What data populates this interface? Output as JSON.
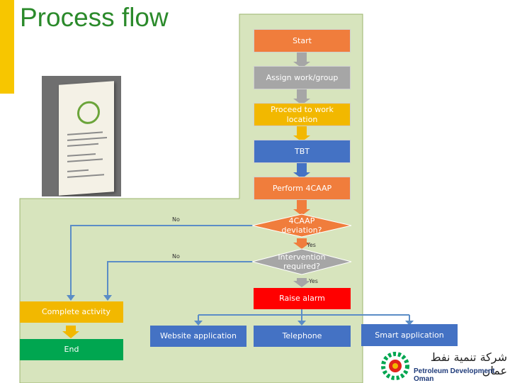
{
  "title": "Process flow",
  "colors": {
    "title_green": "#2b8a2b",
    "panel_green": "#d7e4bd",
    "start_orange": "#f07d3c",
    "gray": "#a6a6a6",
    "yellow": "#f2b800",
    "blue": "#4472c4",
    "red": "#ff0000",
    "dark_green": "#00a650",
    "connector_blue": "#5b8dc6"
  },
  "nodes": {
    "start": "Start",
    "assign": "Assign work/group",
    "proceed": "Proceed to work location",
    "tbt": "TBT",
    "perform": "Perform 4CAAP",
    "deviation_line1": "4CAAP",
    "deviation_line2": "deviation?",
    "intervention_line1": "Intervention",
    "intervention_line2": "required?",
    "raise_alarm": "Raise alarm",
    "complete": "Complete activity",
    "end": "End",
    "website": "Website application",
    "telephone": "Telephone",
    "smart": "Smart application"
  },
  "edge_labels": {
    "no_1": "No",
    "yes_1": "Yes",
    "no_2": "No",
    "yes_2": "Yes"
  },
  "logo": {
    "arabic": "شركة تنمية نفط عمان",
    "english": "Petroleum Development Oman",
    "icon": "pdo-logo-icon"
  }
}
